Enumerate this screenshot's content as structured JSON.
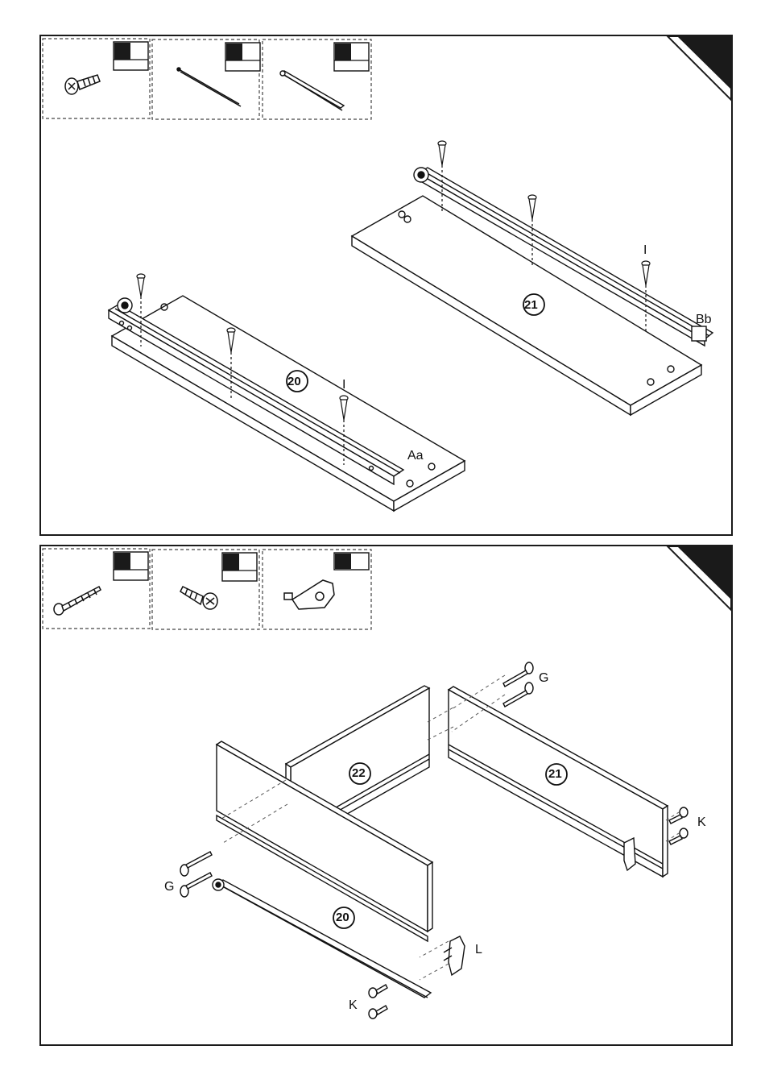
{
  "step1": {
    "part_label_20": "20",
    "part_label_21": "21",
    "fitting_label_aa": "Aa",
    "fitting_label_bb": "Bb",
    "screw_label_left": "I",
    "screw_label_right": "I",
    "parts": [
      {
        "icon": "countersunk-screw-icon"
      },
      {
        "icon": "runner-rail-icon"
      },
      {
        "icon": "drawer-slide-icon"
      }
    ]
  },
  "step2": {
    "part_label_20": "20",
    "part_label_21": "21",
    "part_label_22": "22",
    "screw_label_g_top": "G",
    "screw_label_g_left": "G",
    "screw_label_k_right": "K",
    "screw_label_k_bottom": "K",
    "bracket_label_l": "L",
    "parts": [
      {
        "icon": "long-screw-icon"
      },
      {
        "icon": "short-screw-icon"
      },
      {
        "icon": "front-bracket-icon"
      }
    ]
  },
  "colors": {
    "ink": "#1a1a1a",
    "panel_fill": "#ffffff",
    "corner_tab": "#1a1a1a"
  }
}
